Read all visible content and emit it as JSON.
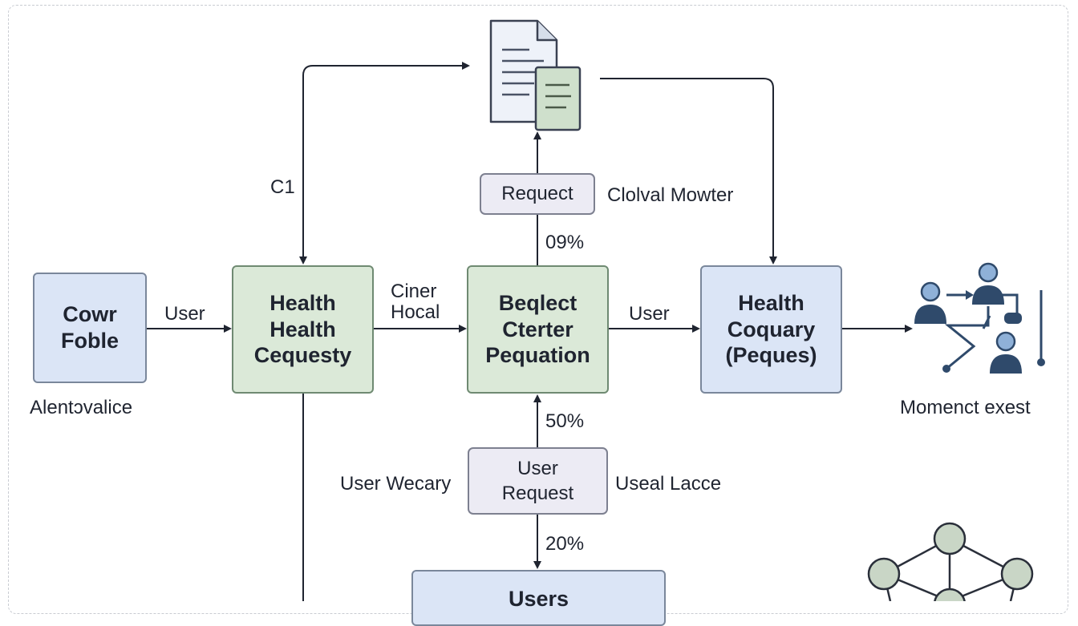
{
  "nodes": {
    "source_box": "Cowr\nFoble",
    "health_request_box": "Health\nHealth\nCequesty",
    "center_box": "Beqlect\nCterter\nPequation",
    "health_query_box": "Health\nCoquary\n(Peques)",
    "request_pill": "Requect",
    "user_request_pill": "User\nRequest",
    "users_box": "Users"
  },
  "labels": {
    "source_caption": "Alentɔvalice",
    "moment_caption": "Momenct exest",
    "edge_c1": "C1",
    "edge_user_1": "User",
    "edge_ciner": "Ciner\nHocal",
    "edge_user_2": "User",
    "request_side": "Clolval Mowter",
    "pct_top": "09%",
    "pct_mid": "50%",
    "pct_bottom": "20%",
    "user_left": "User Wecary",
    "user_right": "Useal Lacce"
  },
  "icons": {
    "document": "document-stack-icon",
    "people": "people-network-icon",
    "graph": "node-graph-icon"
  },
  "colors": {
    "blue_fill": "#dbe5f6",
    "green_fill": "#dbe9d8",
    "pill_fill": "#ecebf4",
    "icon_navy": "#2f4a6b",
    "icon_blue": "#8fb1d8",
    "graph_fill": "#c9d6c6"
  }
}
